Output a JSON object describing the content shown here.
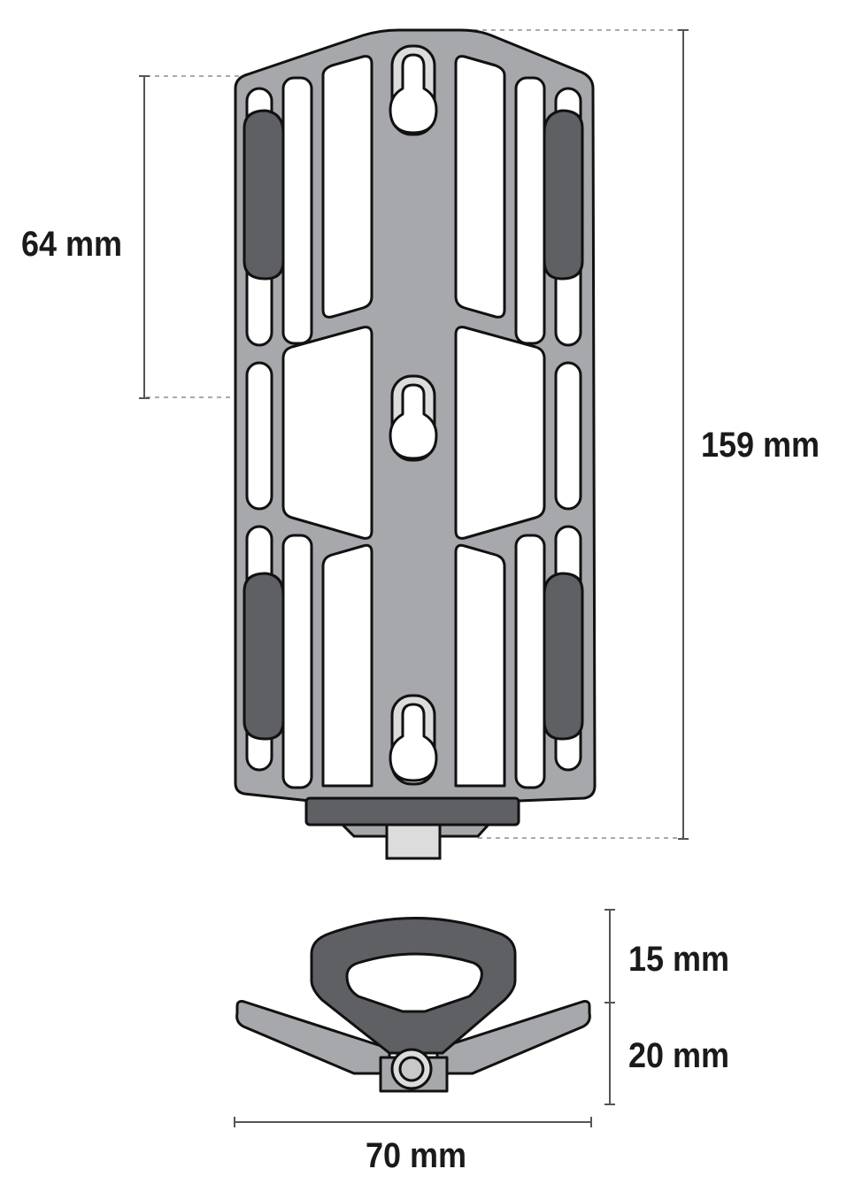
{
  "dimensions": {
    "mount_spacing": "64 mm",
    "total_height": "159 mm",
    "top_depth": "15 mm",
    "bottom_depth": "20 mm",
    "width": "70 mm"
  },
  "colors": {
    "plate": "#a7a8ab",
    "pads": "#5f6064",
    "hardware": "#dcdcdd"
  }
}
